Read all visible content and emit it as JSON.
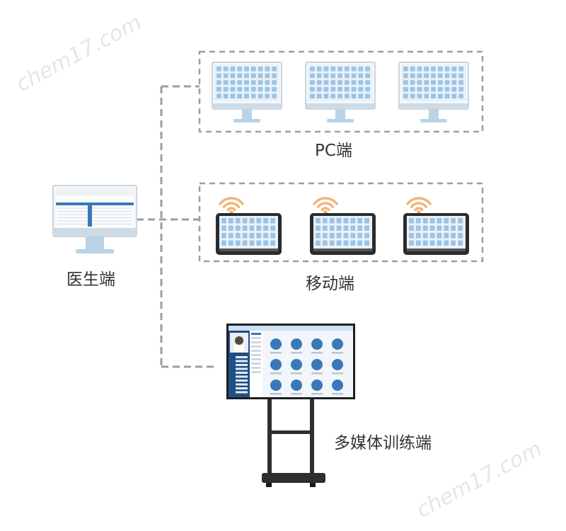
{
  "watermark": "chem17.com",
  "labels": {
    "pc": "PC端",
    "doctor": "医生端",
    "mobile": "移动端",
    "training": "多媒体训练端"
  },
  "colors": {
    "connector": "#9e9e9e",
    "box_border": "#9e9e9e",
    "monitor_frame": "#c9d6df",
    "monitor_stand": "#b8d4e6",
    "tablet_frame": "#2b2b2b",
    "wifi": "#f0b47a",
    "tile": "#9cc4e4",
    "screen_bg": "#e9f1f8",
    "tv_frame": "#1e1e1e",
    "tv_stand": "#2e2e2e",
    "tv_icon": "#3a78b8"
  }
}
